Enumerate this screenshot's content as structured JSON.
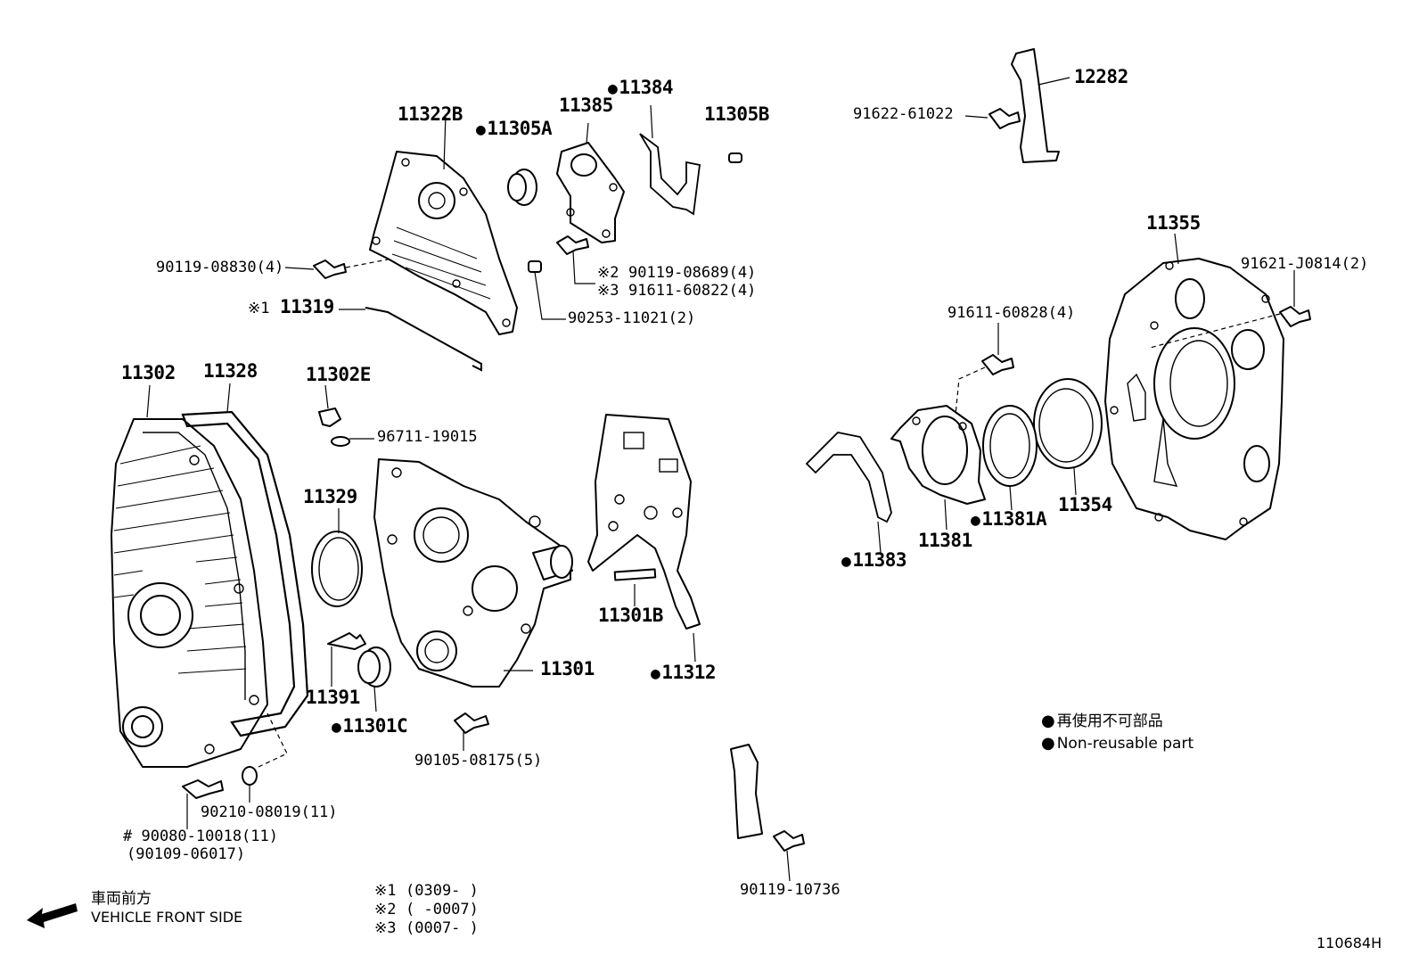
{
  "labels": {
    "p11322B": "11322B",
    "p11305A": "11305A",
    "p11385": "11385",
    "p11384": "11384",
    "p11305B": "11305B",
    "p12282": "12282",
    "b91622": "91622-61022",
    "b90119_08830": "90119-08830(4)",
    "n2": "※2",
    "b90119_08689": "90119-08689(4)",
    "n3": "※3",
    "b91611_60822": "91611-60822(4)",
    "n1": "※1",
    "p11319": "11319",
    "b90253": "90253-11021(2)",
    "p11355": "11355",
    "b91621": "91621-J0814(2)",
    "b91611_60828": "91611-60828(4)",
    "p11302": "11302",
    "p11328": "11328",
    "p11302E": "11302E",
    "b96711": "96711-19015",
    "p11329": "11329",
    "p11301B": "11301B",
    "p11391": "11391",
    "p11301C": "11301C",
    "p11301": "11301",
    "p11312": "11312",
    "p11383": "11383",
    "p11381": "11381",
    "p11381A": "11381A",
    "p11354": "11354",
    "b90105": "90105-08175(5)",
    "b90080": "# 90080-10018(11)",
    "b90109": "(90109-06017)",
    "b90210": "90210-08019(11)",
    "b90119_10736": "90119-10736"
  },
  "legend": {
    "jp": "再使用不可部品",
    "en": "Non-reusable part"
  },
  "direction": {
    "jp": "車両前方",
    "en": "VEHICLE FRONT SIDE"
  },
  "notes": [
    {
      "mark": "※1",
      "range": "(0309-      )"
    },
    {
      "mark": "※2",
      "range": "(      -0007)"
    },
    {
      "mark": "※3",
      "range": "(0007-      )"
    }
  ],
  "figure_id": "110684H"
}
